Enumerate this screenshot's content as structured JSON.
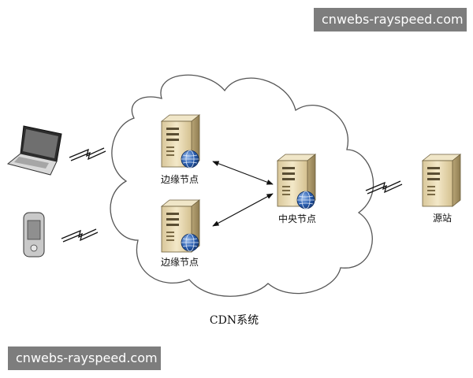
{
  "watermarks": {
    "top": "cnwebs-rayspeed.com",
    "bottom": "cnwebs-rayspeed.com"
  },
  "diagram": {
    "system_label": "CDN系统",
    "nodes": {
      "edge_node_1": "边缘节点",
      "edge_node_2": "边缘节点",
      "central_node": "中央节点",
      "origin": "源站"
    },
    "devices": [
      "laptop",
      "mobile-phone"
    ],
    "icons": [
      "server-icon",
      "globe-icon",
      "laptop-icon",
      "mobile-phone-icon",
      "lightning-link-icon"
    ],
    "colors": {
      "server_body": "#e9dcb4",
      "globe": "#2b5fb0",
      "cloud_stroke": "#555555",
      "watermark_bg": "#7d7d7d"
    }
  }
}
